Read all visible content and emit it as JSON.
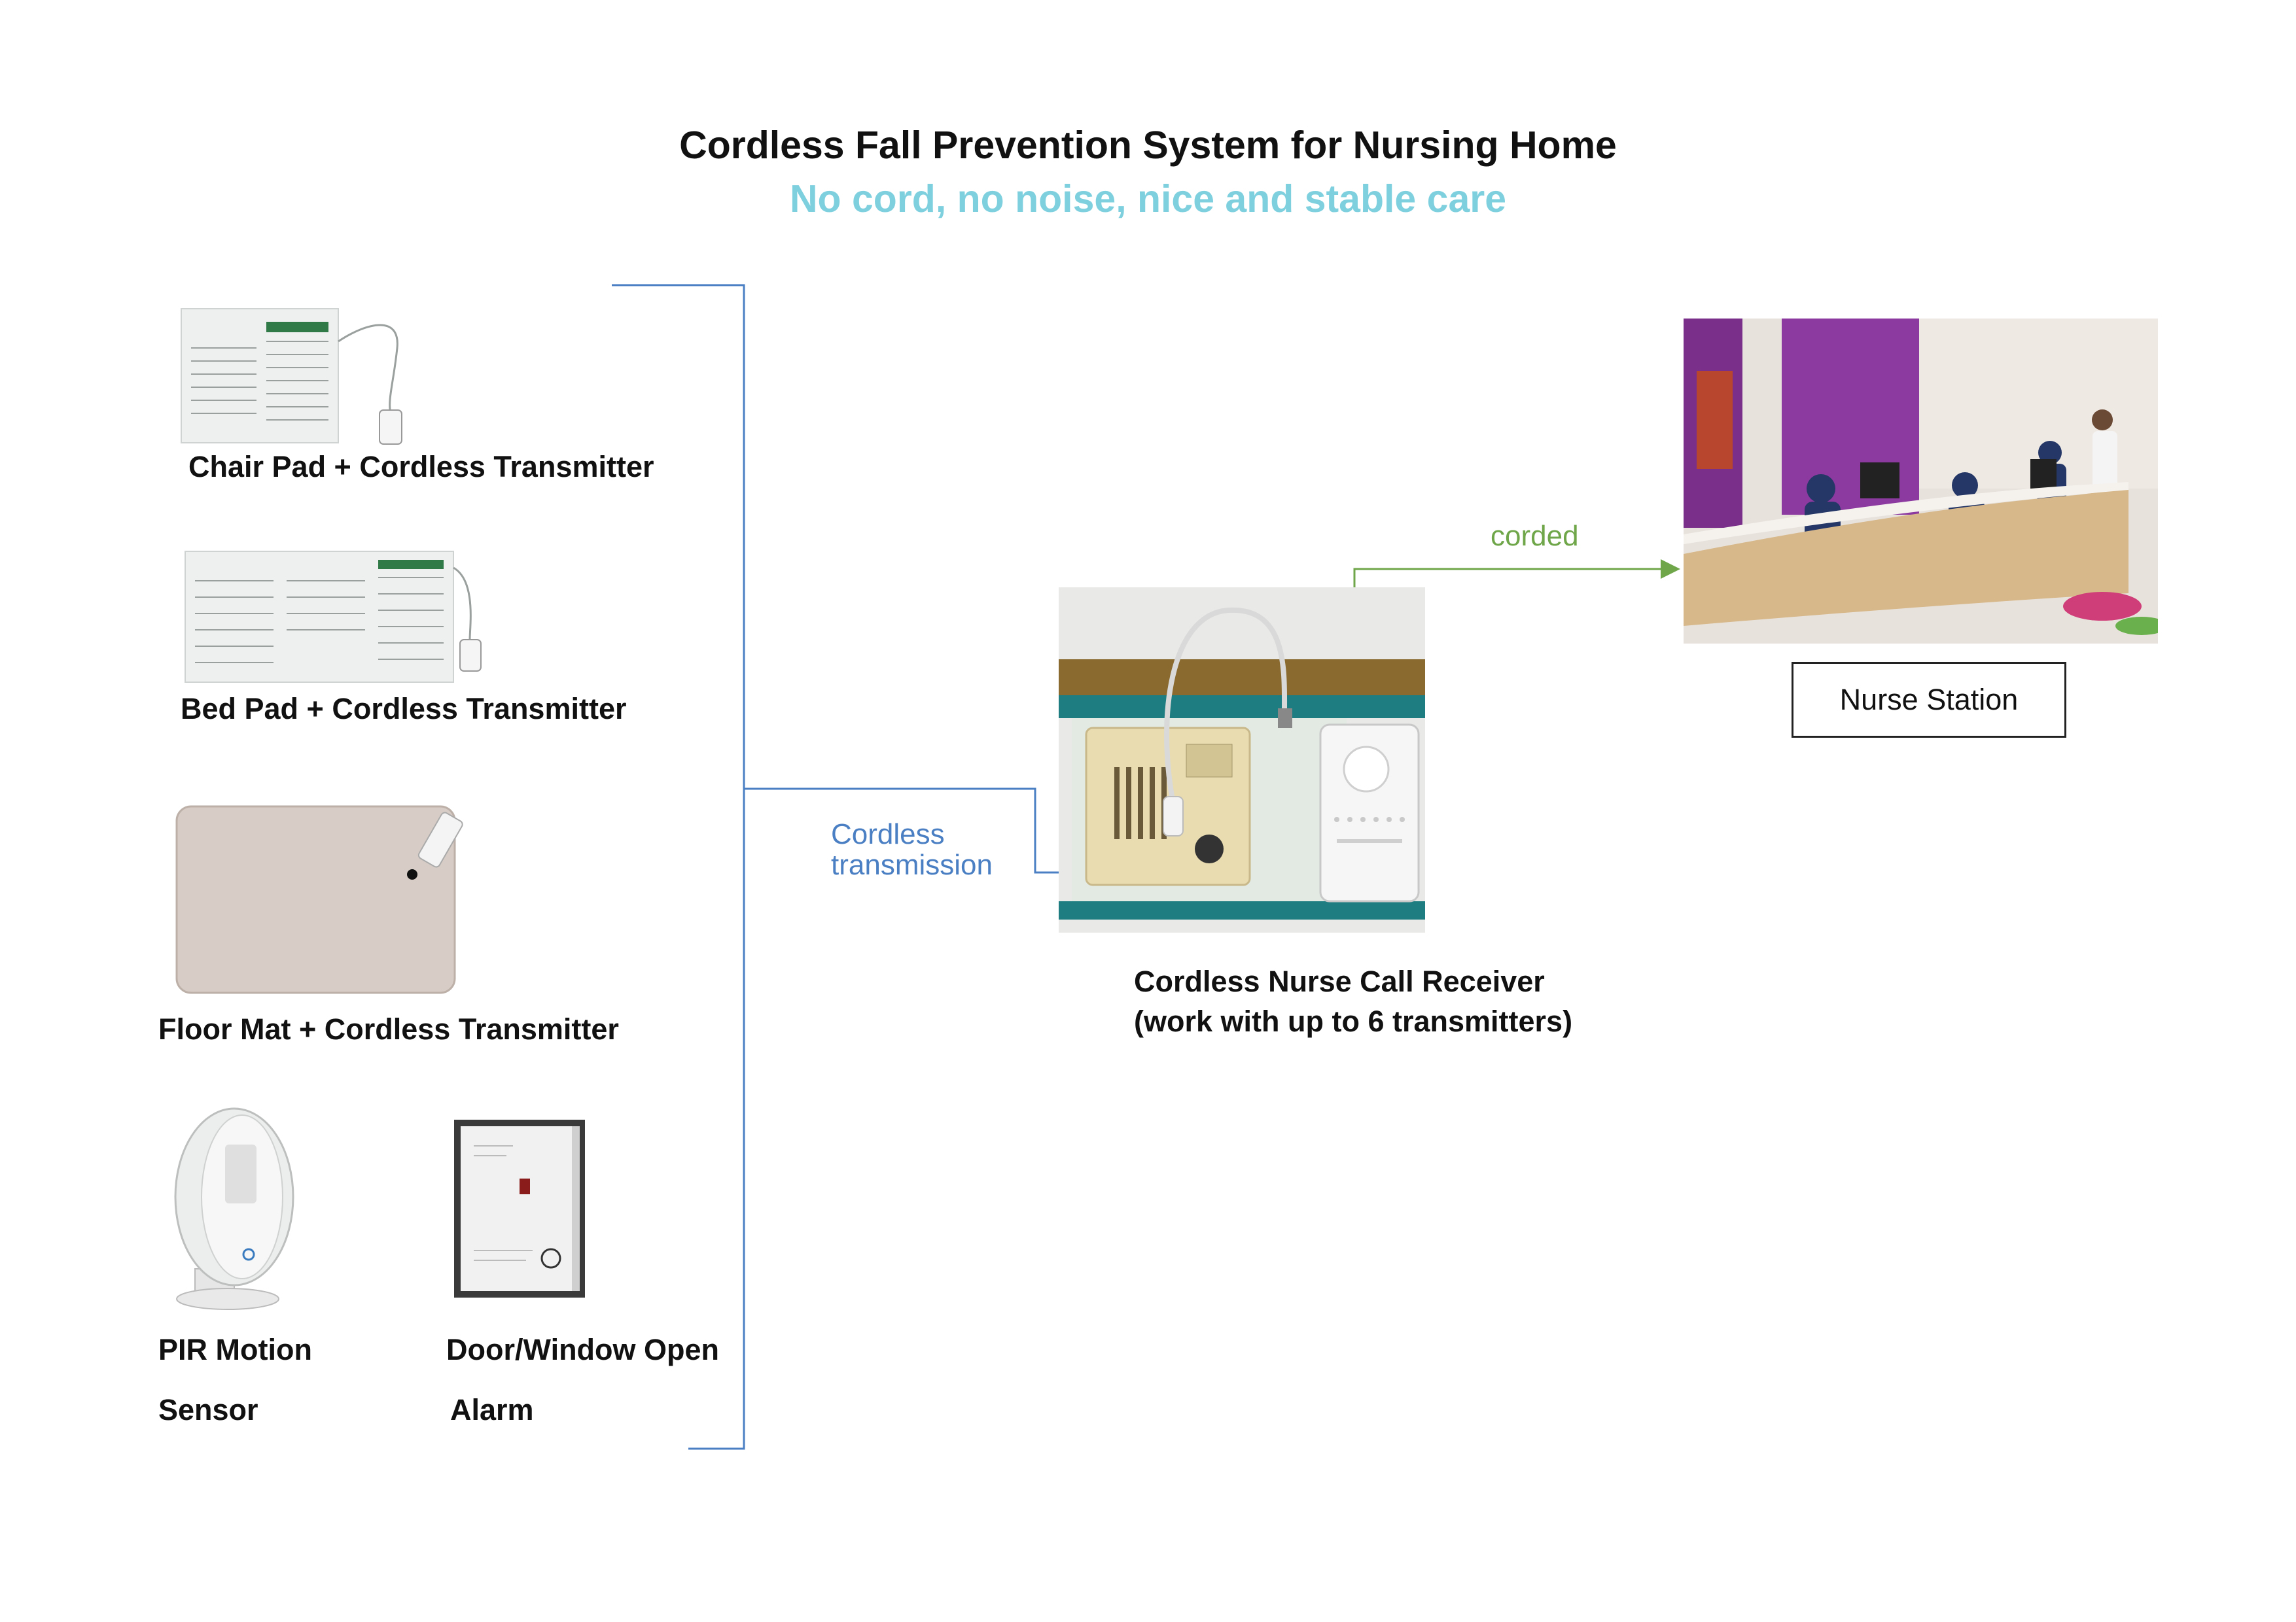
{
  "title": "Cordless Fall Prevention System for Nursing Home",
  "subtitle": "No cord, no noise, nice and stable care",
  "devices": {
    "chair_pad": "Chair Pad + Cordless Transmitter",
    "bed_pad": "Bed Pad + Cordless Transmitter",
    "floor_mat": "Floor Mat + Cordless Transmitter",
    "pir_line1": "PIR Motion",
    "pir_line2": "Sensor",
    "door_line1": "Door/Window Open",
    "door_line2": "Alarm"
  },
  "connections": {
    "cordless_line1": "Cordless",
    "cordless_line2": "transmission",
    "corded": "corded"
  },
  "receiver": {
    "line1": "Cordless Nurse Call Receiver",
    "line2": "(work with up to 6 transmitters)"
  },
  "nurse_station": "Nurse Station",
  "colors": {
    "subtitle": "#7fd0df",
    "cordless": "#4a7fc3",
    "corded": "#6fa64a"
  }
}
